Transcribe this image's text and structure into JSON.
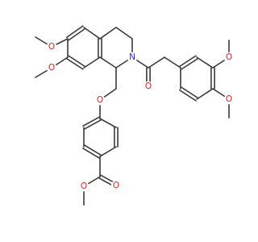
{
  "molecule": {
    "colors": {
      "bond": "#3a3a3a",
      "oxygen": "#e8201a",
      "nitrogen": "#2a2ae0"
    },
    "atoms": [
      {
        "id": "o_ome6",
        "label": "O",
        "element": "oxygen"
      },
      {
        "id": "o_ome7",
        "label": "O",
        "element": "oxygen"
      },
      {
        "id": "n2",
        "label": "N",
        "element": "nitrogen"
      },
      {
        "id": "o_keto",
        "label": "O",
        "element": "oxygen"
      },
      {
        "id": "o_ome4p",
        "label": "O",
        "element": "oxygen"
      },
      {
        "id": "o_ome3p",
        "label": "O",
        "element": "oxygen"
      },
      {
        "id": "o_ether",
        "label": "O",
        "element": "oxygen"
      },
      {
        "id": "o_ester_db",
        "label": "O",
        "element": "oxygen"
      },
      {
        "id": "o_ester_s",
        "label": "O",
        "element": "oxygen"
      }
    ]
  }
}
